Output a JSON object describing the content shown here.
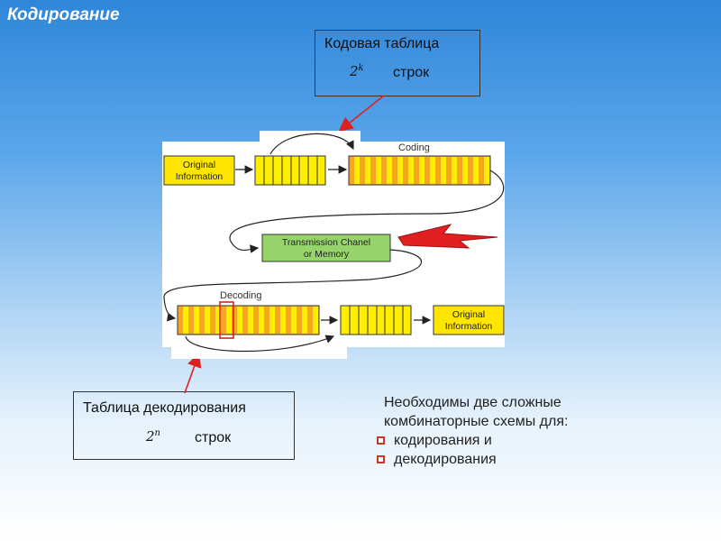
{
  "slide": {
    "title": "Кодирование"
  },
  "code_table": {
    "caption": "Кодовая таблица",
    "power_base": "2",
    "power_exp": "k",
    "rows_word": "строк"
  },
  "decode_table": {
    "caption": "Таблица декодирования",
    "power_base": "2",
    "power_exp": "n",
    "rows_word": "строк"
  },
  "diagram": {
    "original_info_top": [
      "Original",
      "Information"
    ],
    "coding_label": "Coding",
    "channel": [
      "Transmission Chanel",
      "or Memory"
    ],
    "decoding_label": "Decoding",
    "original_info_bottom": [
      "Original",
      "Information"
    ],
    "colors": {
      "yellow": "#ffee00",
      "orange": "#f5a623",
      "green": "#96d46b",
      "yellow_box": "#ffe600",
      "arrow_red": "#e02020"
    }
  },
  "note": {
    "line1": "Необходимы две сложные",
    "line2": "комбинаторные схемы для:",
    "items": [
      "кодирования и",
      "декодирования"
    ]
  }
}
